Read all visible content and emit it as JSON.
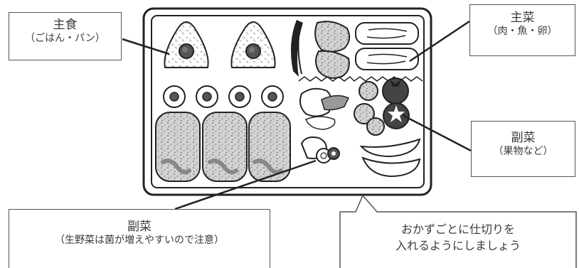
{
  "callouts": {
    "shushoku": {
      "title": "主食",
      "subtitle": "（ごはん・パン）"
    },
    "shusai": {
      "title": "主菜",
      "subtitle": "（肉・魚・卵）"
    },
    "fukusai_fruit": {
      "title": "副菜",
      "subtitle": "（果物など）"
    },
    "fukusai_veg": {
      "title": "副菜",
      "subtitle": "（生野菜は菌が増えやすいので注意）"
    },
    "note": {
      "line1": "おかずごとに仕切りを",
      "line2": "入れるようにしましょう"
    }
  },
  "icons": [
    "onigiri-icon",
    "chikuwa-icon",
    "hamburg-icon",
    "nori-icon",
    "fried-chicken-icon",
    "tamagoyaki-icon",
    "shrimp-icon",
    "broccoli-icon",
    "tomato-icon",
    "cucumber-icon",
    "banana-icon",
    "baran-divider-icon"
  ],
  "colors": {
    "line": "#222222",
    "speckle_fill": "#d4d4d4",
    "sauce": "#888888",
    "rice": "#ffffff"
  }
}
